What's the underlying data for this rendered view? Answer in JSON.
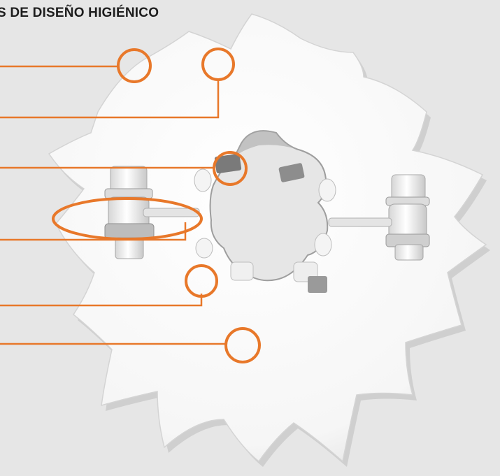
{
  "title": "S DE DISEÑO HIGIÉNICO",
  "colors": {
    "background": "#e6e6e6",
    "callout": "#e8782a",
    "part": "#ffffff",
    "shadow": "#bcbcbc"
  },
  "icons": [
    "sprocket-wheel",
    "bolt",
    "highlight-circle",
    "highlight-ellipse"
  ]
}
